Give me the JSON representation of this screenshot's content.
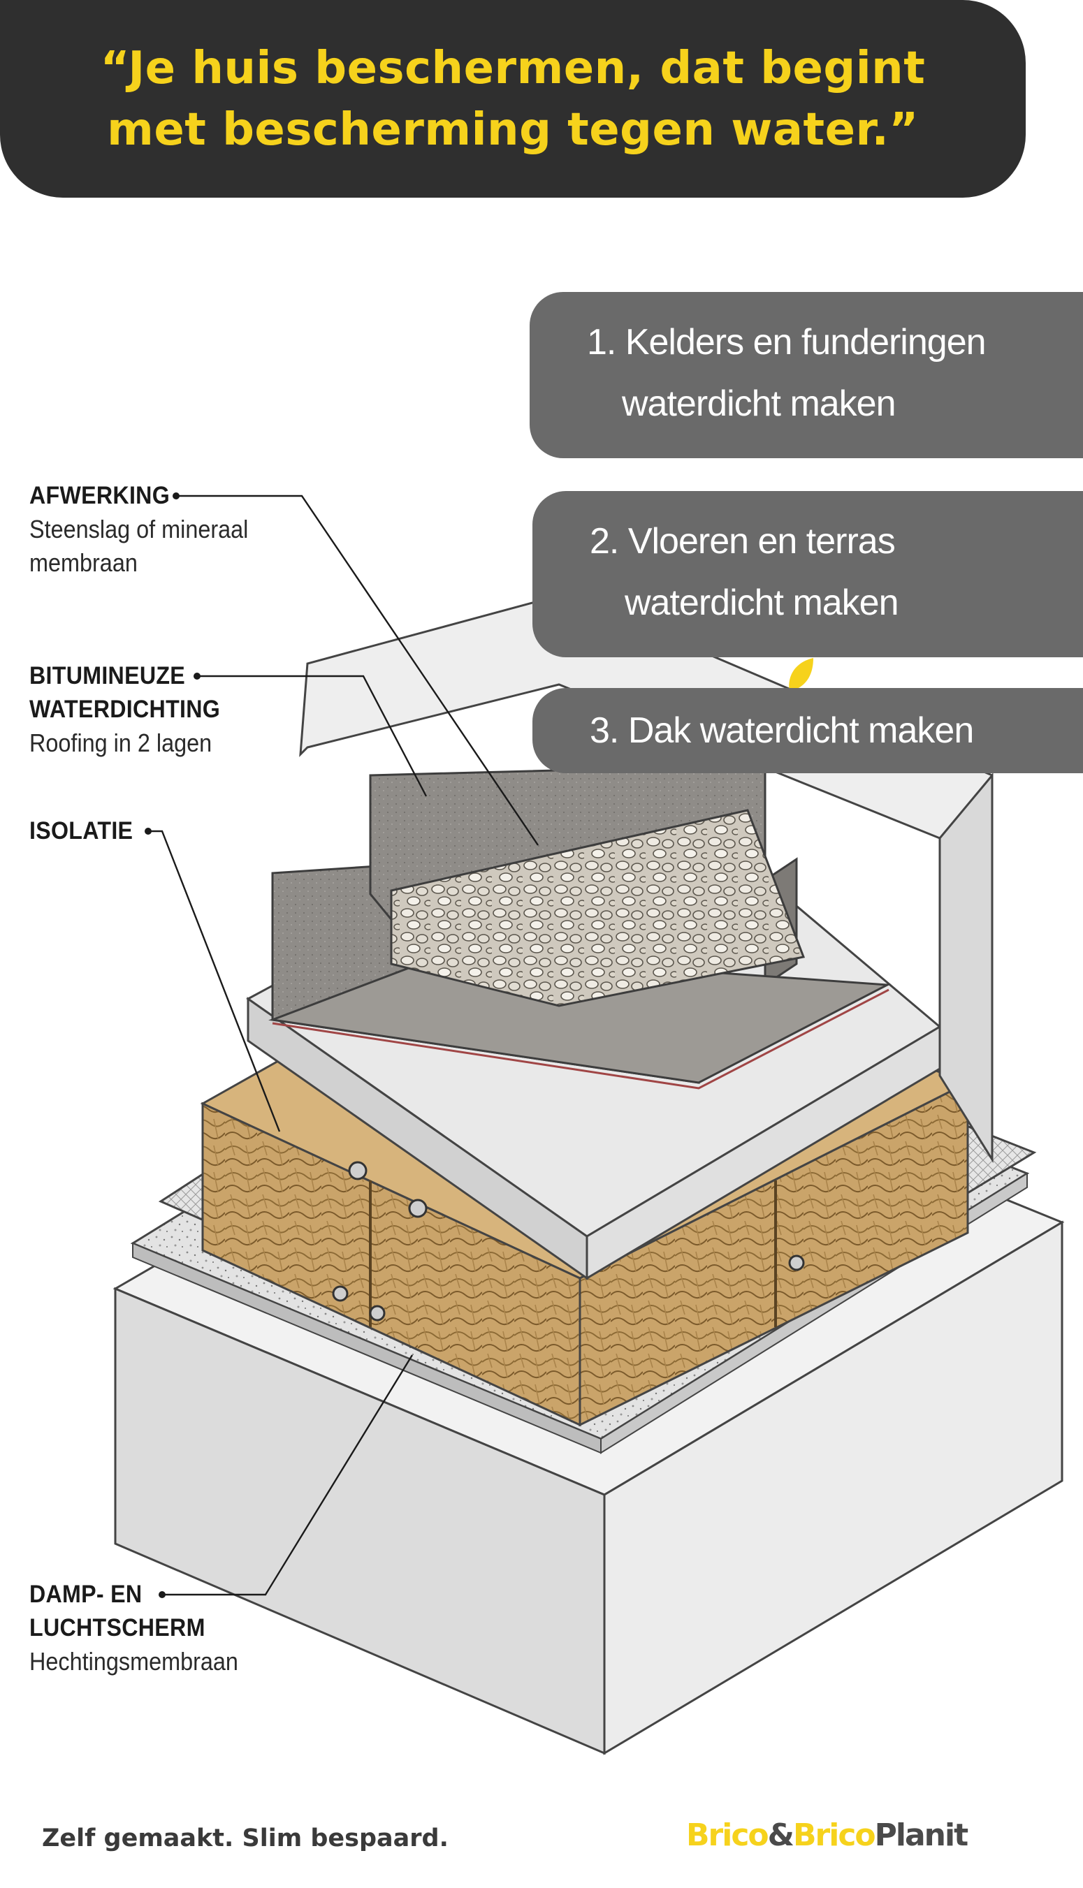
{
  "quote": {
    "line1": "“Je huis beschermen, dat begint",
    "line2": "met bescherming tegen water.”"
  },
  "steps": [
    {
      "line1": "1. Kelders en funderingen",
      "line2": "waterdicht maken"
    },
    {
      "line1": "2. Vloeren en terras",
      "line2": "waterdicht maken"
    },
    {
      "line1": "3. Dak waterdicht maken"
    }
  ],
  "callouts": {
    "afwerking": {
      "title": "AFWERKING",
      "sub1": "Steenslag of mineraal",
      "sub2": "membraan"
    },
    "bitumineuze": {
      "title1": "BITUMINEUZE",
      "title2": "WATERDICHTING",
      "sub": "Roofing in 2 lagen"
    },
    "isolatie": {
      "title": "ISOLATIE"
    },
    "damp": {
      "title1": "DAMP- EN",
      "title2": "LUCHTSCHERM",
      "sub": "Hechtingsmembraan"
    }
  },
  "footer": {
    "slogan": "Zelf gemaakt. Slim bespaard.",
    "brand_part1": "Brico",
    "brand_amp": "&",
    "brand_part2": "Brico",
    "brand_part3": "Planit"
  },
  "colors": {
    "banner_bg": "#2f2f2f",
    "banner_text": "#f6d21c",
    "step_bg": "#6a6a6a",
    "brand_yellow": "#f6d21c",
    "brand_gray": "#4a4a4a"
  },
  "icons": [
    "leaf-icon"
  ]
}
